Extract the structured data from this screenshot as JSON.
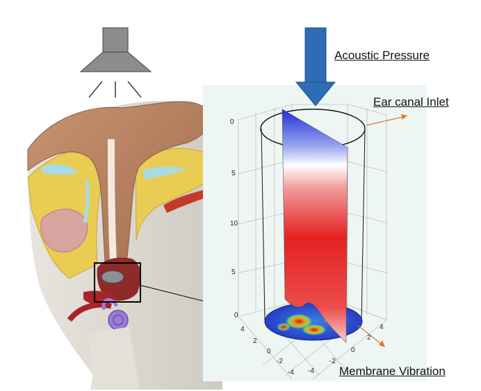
{
  "labels": {
    "acoustic_pressure": "Acoustic Pressure",
    "ear_canal_inlet": "Ear canal Inlet",
    "membrane_vibration": "Membrane Vibration"
  },
  "axis_ticks": {
    "z": [
      "0",
      "5",
      "10",
      "5",
      "0"
    ],
    "x": [
      "4",
      "2",
      "0",
      "-2",
      "-4"
    ],
    "y": [
      "4",
      "2",
      "0",
      "-2",
      "-4"
    ]
  },
  "colors": {
    "speaker": "#8c8c8c",
    "arrow_blue": "#2e6db4",
    "pointer_orange": "#e07b2a",
    "plot_bg": "#eef6f3"
  },
  "icons": [
    "speaker-icon",
    "sound-wave-lines"
  ]
}
